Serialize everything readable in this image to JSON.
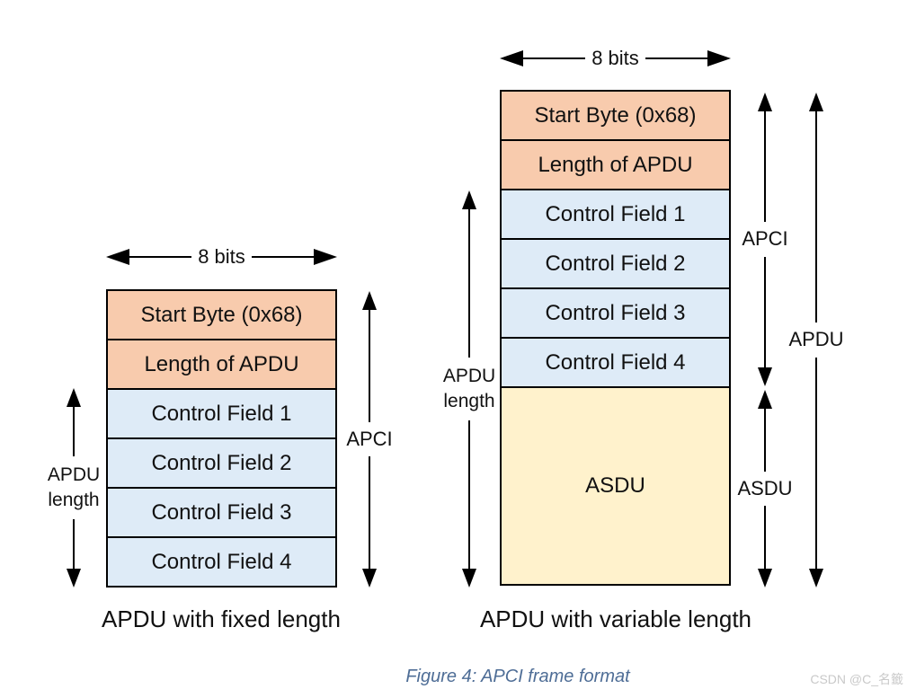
{
  "figure": {
    "caption": "Figure 4: APCI frame format",
    "watermark": "CSDN @C_名籤"
  },
  "colors": {
    "orange": "#F8CBAD",
    "blue": "#DEEBF7",
    "yellow": "#FFF2CC",
    "caption_blue": "#4E6D96"
  },
  "left_diagram": {
    "bits_label": "8 bits",
    "rows": [
      {
        "label": "Start Byte (0x68)",
        "type": "orange"
      },
      {
        "label": "Length of APDU",
        "type": "orange"
      },
      {
        "label": "Control Field 1",
        "type": "blue"
      },
      {
        "label": "Control Field 2",
        "type": "blue"
      },
      {
        "label": "Control Field 3",
        "type": "blue"
      },
      {
        "label": "Control Field 4",
        "type": "blue"
      }
    ],
    "apdu_length_label": "APDU length",
    "apci_label": "APCI",
    "caption": "APDU with fixed length"
  },
  "right_diagram": {
    "bits_label": "8 bits",
    "rows": [
      {
        "label": "Start Byte (0x68)",
        "type": "orange"
      },
      {
        "label": "Length of APDU",
        "type": "orange"
      },
      {
        "label": "Control Field 1",
        "type": "blue"
      },
      {
        "label": "Control Field 2",
        "type": "blue"
      },
      {
        "label": "Control Field 3",
        "type": "blue"
      },
      {
        "label": "Control Field 4",
        "type": "blue"
      }
    ],
    "asdu_box_label": "ASDU",
    "apdu_length_label": "APDU length",
    "apci_label": "APCI",
    "asdu_label": "ASDU",
    "apdu_label": "APDU",
    "caption": "APDU with variable length"
  }
}
